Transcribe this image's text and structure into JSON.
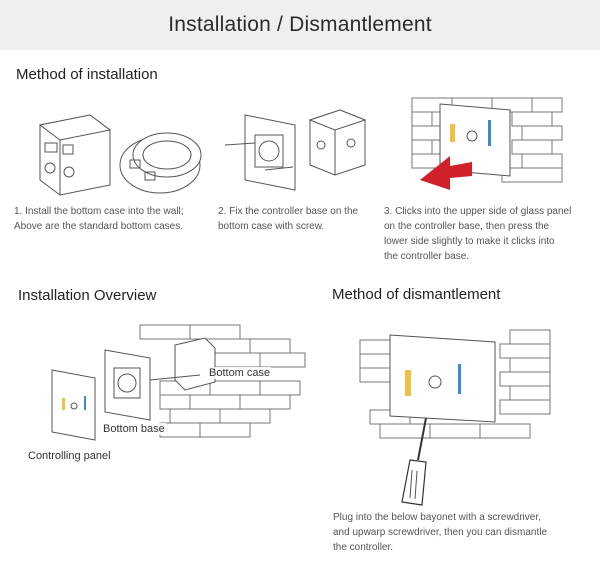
{
  "header": {
    "title": "Installation / Dismantlement"
  },
  "installation": {
    "title": "Method of installation",
    "steps": [
      "1. Install the bottom case into the wall;\n    Above are the standard bottom cases.",
      "2. Fix the controller base on the\n    bottom case with screw.",
      "3. Clicks into the upper side of glass panel\n    on the controller base, then press the\n    lower side slightly to make it clicks into\n    the controller base."
    ]
  },
  "overview": {
    "title": "Installation Overview",
    "labels": {
      "bottom_case": "Bottom case",
      "bottom_base": "Bottom base",
      "panel": "Controlling panel"
    }
  },
  "dismantlement": {
    "title": "Method of dismantlement",
    "text": "Plug into the below bayonet with a screwdriver,\nand upwarp screwdriver, then you can dismantle\nthe controller."
  },
  "colors": {
    "header_bg": "#efefef",
    "arrow_red": "#d0202a",
    "panel_accent": "#f0c040",
    "led_blue": "#3a8ad8"
  }
}
